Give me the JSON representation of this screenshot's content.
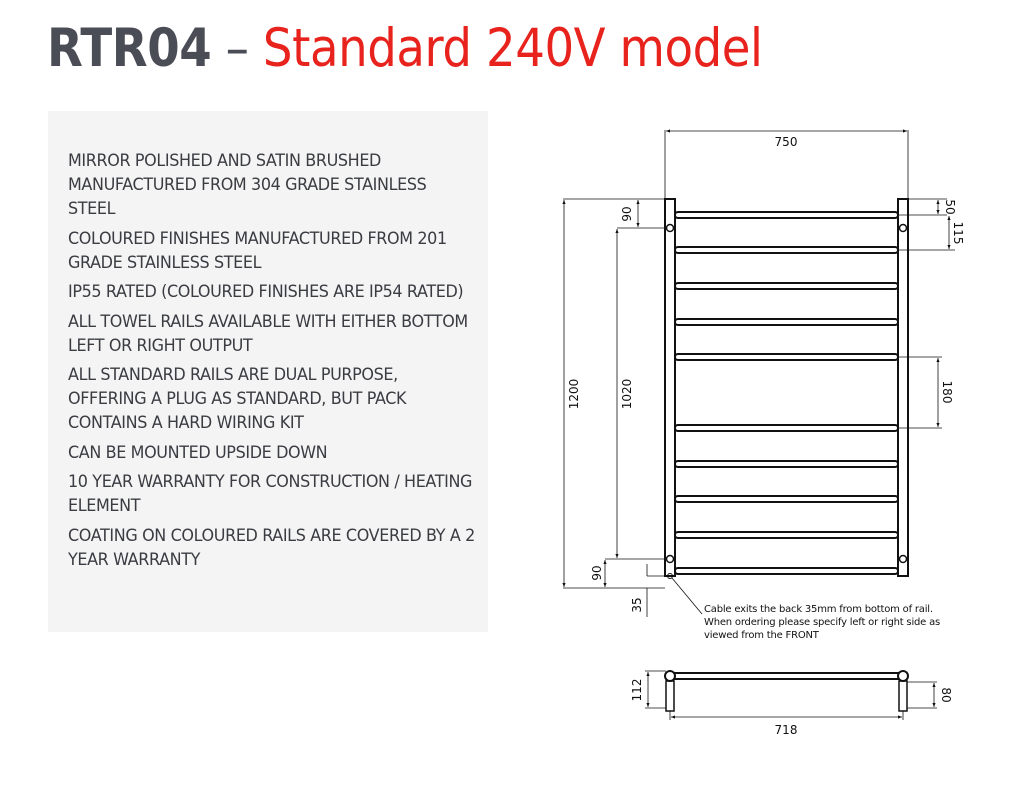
{
  "header": {
    "model_code": "RTR04",
    "separator": "–",
    "model_name": "Standard 240V model"
  },
  "colors": {
    "title_dark": "#4a4d55",
    "title_accent": "#e8221c",
    "panel_bg": "#f4f4f4",
    "text": "#3a3c42"
  },
  "specs": [
    "MIRROR POLISHED AND SATIN BRUSHED MANUFACTURED FROM 304 GRADE STAINLESS STEEL",
    "COLOURED FINISHES MANUFACTURED FROM 201 GRADE STAINLESS STEEL",
    "IP55 RATED (COLOURED FINISHES ARE IP54 RATED)",
    "ALL TOWEL RAILS AVAILABLE WITH EITHER BOTTOM LEFT OR RIGHT OUTPUT",
    "ALL STANDARD RAILS ARE DUAL PURPOSE, OFFERING A PLUG AS STANDARD, BUT PACK CONTAINS A HARD WIRING KIT",
    "CAN BE MOUNTED UPSIDE DOWN",
    "10 YEAR WARRANTY FOR CONSTRUCTION / HEATING ELEMENT",
    "COATING ON COLOURED RAILS ARE COVERED BY A 2 YEAR WARRANTY"
  ],
  "drawing": {
    "front_view": {
      "width": "750",
      "height": "1200",
      "mount_spacing": "1020",
      "top_mount_offset": "90",
      "bottom_mount_offset": "90",
      "cable_exit": "35",
      "top_rail_offset": "50",
      "rail_spacing_top": "115",
      "rail_gap": "180",
      "rail_count": 10
    },
    "side_view": {
      "depth": "112",
      "rail_depth": "80",
      "inner_width": "718"
    },
    "cable_note": [
      "Cable exits the back 35mm from bottom of rail.",
      "When ordering please specify left or right side as",
      "viewed from the FRONT"
    ]
  }
}
